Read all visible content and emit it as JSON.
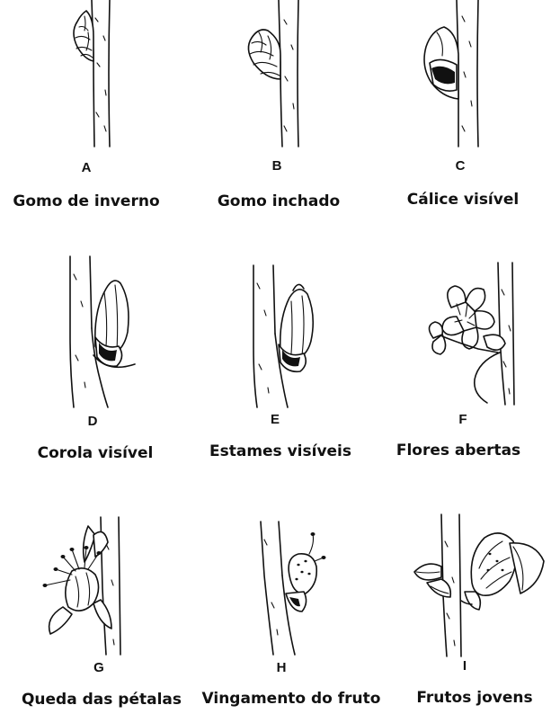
{
  "stages": [
    {
      "letter": "A",
      "caption": "Gomo de inverno"
    },
    {
      "letter": "B",
      "caption": "Gomo inchado"
    },
    {
      "letter": "C",
      "caption": "Cálice visível"
    },
    {
      "letter": "D",
      "caption": "Corola visível"
    },
    {
      "letter": "E",
      "caption": "Estames visíveis"
    },
    {
      "letter": "F",
      "caption": "Flores abertas"
    },
    {
      "letter": "G",
      "caption": "Queda das pétalas"
    },
    {
      "letter": "H",
      "caption": "Vingamento do fruto"
    },
    {
      "letter": "I",
      "caption": "Frutos jovens"
    }
  ]
}
